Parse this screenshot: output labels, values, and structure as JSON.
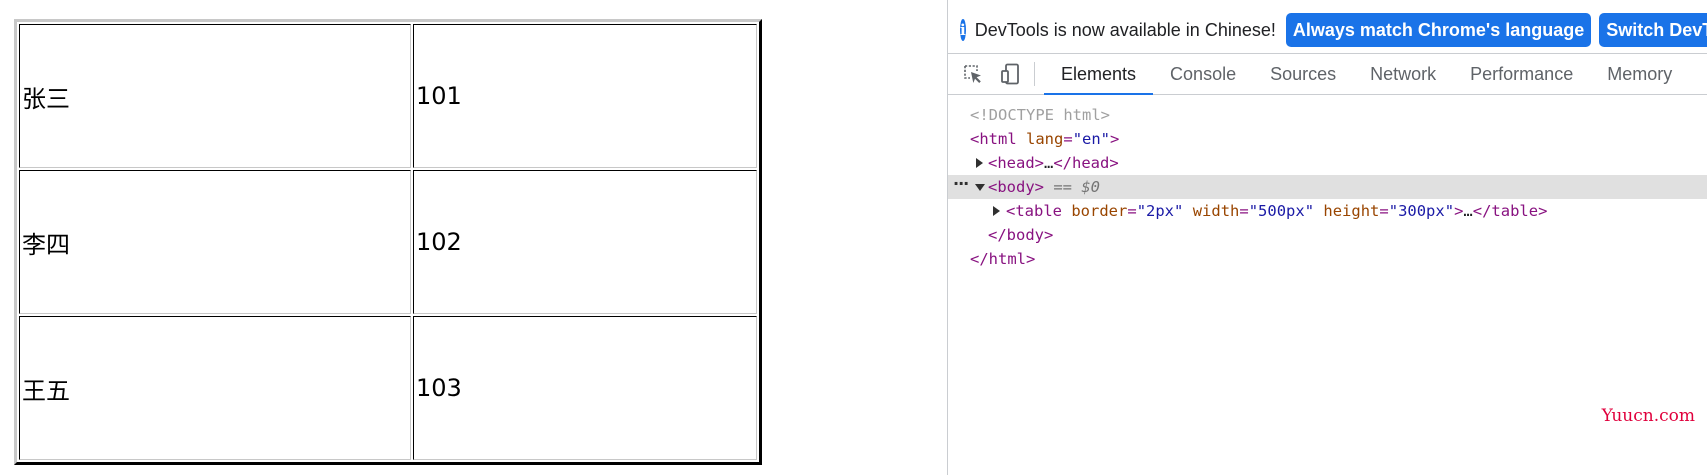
{
  "page_table": {
    "rows": [
      {
        "name": "张三",
        "id": "101"
      },
      {
        "name": "李四",
        "id": "102"
      },
      {
        "name": "王五",
        "id": "103"
      }
    ]
  },
  "devtools": {
    "infobar": {
      "icon": "info-icon",
      "message": "DevTools is now available in Chinese!",
      "match_button": "Always match Chrome's language",
      "switch_button": "Switch DevTools to Chinese"
    },
    "toolbar": {
      "inspect_icon": "inspect-element-icon",
      "device_icon": "device-toolbar-icon",
      "tabs": [
        "Elements",
        "Console",
        "Sources",
        "Network",
        "Performance",
        "Memory"
      ],
      "active_tab": "Elements"
    },
    "dom_tree": {
      "doctype": "<!DOCTYPE html>",
      "html_open_tag": "<html",
      "html_lang_attr": "lang",
      "html_lang_value": "\"en\"",
      "html_close_bracket": ">",
      "head_node": "<head>",
      "head_ellipsis": "…",
      "head_close": "</head>",
      "body_open": "<body>",
      "body_selected_marker": "== $0",
      "table_open": "<table",
      "table_attr_border": "border",
      "table_val_border": "\"2px\"",
      "table_attr_width": "width",
      "table_val_width": "\"500px\"",
      "table_attr_height": "height",
      "table_val_height": "\"300px\"",
      "table_gt": ">",
      "table_ellipsis": "…",
      "table_close": "</table>",
      "body_close": "</body>",
      "html_close": "</html>",
      "eq": "="
    }
  },
  "watermark": "Yuucn.com"
}
